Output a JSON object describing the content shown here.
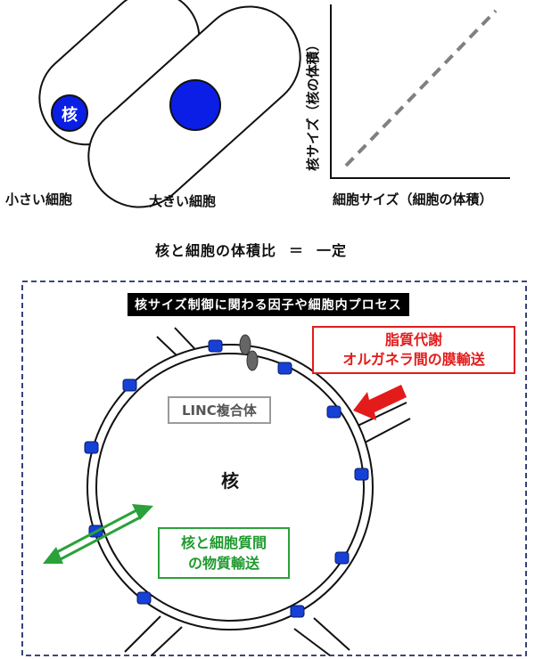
{
  "top": {
    "small_cell_label": "小さい細胞",
    "large_cell_label": "大きい細胞",
    "nucleus_label": "核",
    "graph_ylabel": "核サイズ（核の体積）",
    "graph_xlabel": "細胞サイズ（細胞の体積）",
    "ratio_left": "核と細胞の体積比",
    "ratio_eq": "＝",
    "ratio_right": "一定"
  },
  "bottom": {
    "banner": "核サイズ制御に関わる因子や細胞内プロセス",
    "lipid_line1": "脂質代謝",
    "lipid_line2": "オルガネラ間の膜輸送",
    "linc": "LINC複合体",
    "nucleus": "核",
    "transport_line1": "核と細胞質間",
    "transport_line2": "の物質輸送"
  },
  "colors": {
    "nucleus_blue": "#0a1ee6",
    "pore_blue": "#1640d6",
    "red": "#e41b1b",
    "green": "#2aa13a",
    "gray": "#9a9a9a",
    "dash_gray": "#808080",
    "frame_navy": "#1f2f6b"
  }
}
